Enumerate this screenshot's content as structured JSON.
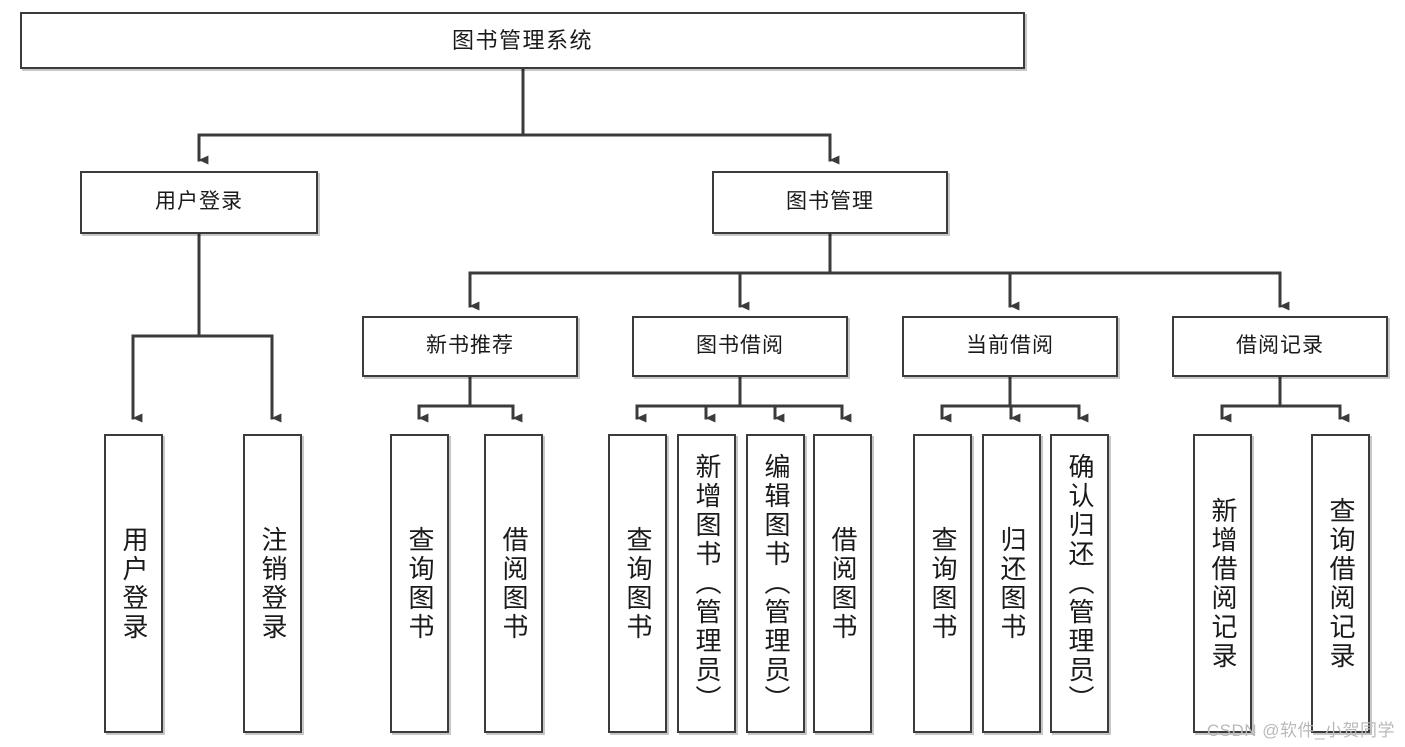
{
  "diagram": {
    "type": "tree-hierarchy-chart",
    "title": "图书管理系统",
    "watermark": "CSDN @软件_小贺同学",
    "colors": {
      "box_border": "#3b3b3b",
      "box_fill": "#ffffff",
      "connector": "#3b3b3b",
      "text": "#1a1a1a",
      "watermark": "#b9b9b9"
    },
    "levels": {
      "level1": [
        {
          "id": "root",
          "label": "图书管理系统"
        }
      ],
      "level2": [
        {
          "id": "user-login",
          "label": "用户登录"
        },
        {
          "id": "book-manage",
          "label": "图书管理"
        }
      ],
      "level3": [
        {
          "id": "new-book-rec",
          "label": "新书推荐",
          "parent": "book-manage"
        },
        {
          "id": "book-borrow",
          "label": "图书借阅",
          "parent": "book-manage"
        },
        {
          "id": "current-borrow",
          "label": "当前借阅",
          "parent": "book-manage"
        },
        {
          "id": "borrow-record",
          "label": "借阅记录",
          "parent": "book-manage"
        }
      ],
      "leaves": [
        {
          "id": "leaf-user-login",
          "label": "用户登录",
          "parent": "user-login"
        },
        {
          "id": "leaf-logout",
          "label": "注销登录",
          "parent": "user-login"
        },
        {
          "id": "leaf-query-book-1",
          "label": "查询图书",
          "parent": "new-book-rec"
        },
        {
          "id": "leaf-borrow-book-1",
          "label": "借阅图书",
          "parent": "new-book-rec"
        },
        {
          "id": "leaf-query-book-2",
          "label": "查询图书",
          "parent": "book-borrow"
        },
        {
          "id": "leaf-add-book",
          "label": "新增图书（管理员）",
          "parent": "book-borrow"
        },
        {
          "id": "leaf-edit-book",
          "label": "编辑图书（管理员）",
          "parent": "book-borrow"
        },
        {
          "id": "leaf-borrow-book-2",
          "label": "借阅图书",
          "parent": "book-borrow"
        },
        {
          "id": "leaf-query-book-3",
          "label": "查询图书",
          "parent": "current-borrow"
        },
        {
          "id": "leaf-return-book",
          "label": "归还图书",
          "parent": "current-borrow"
        },
        {
          "id": "leaf-confirm-return",
          "label": "确认归还（管理员）",
          "parent": "current-borrow"
        },
        {
          "id": "leaf-add-record",
          "label": "新增借阅记录",
          "parent": "borrow-record"
        },
        {
          "id": "leaf-query-record",
          "label": "查询借阅记录",
          "parent": "borrow-record"
        }
      ]
    }
  }
}
